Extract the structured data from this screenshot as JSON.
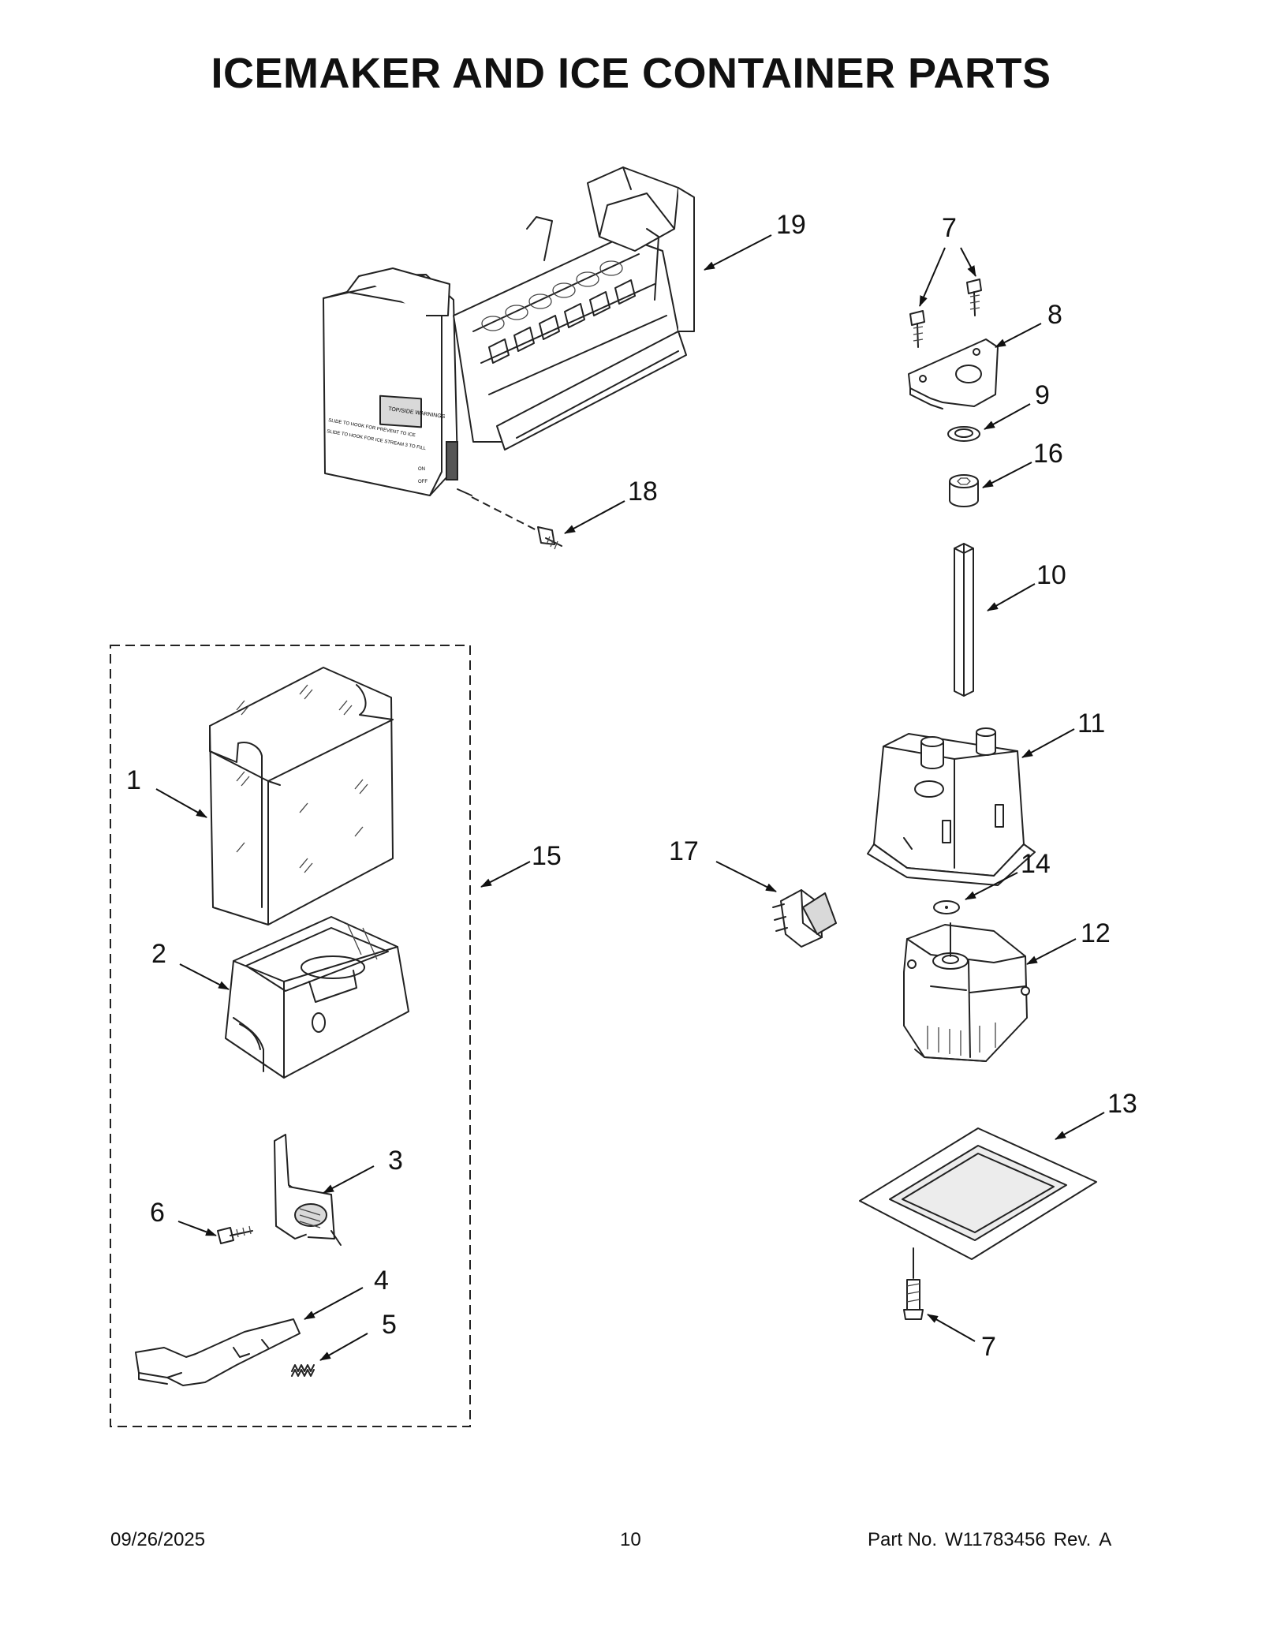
{
  "title": "ICEMAKER AND ICE CONTAINER PARTS",
  "callouts": [
    "19",
    "7",
    "8",
    "9",
    "16",
    "18",
    "10",
    "11",
    "1",
    "15",
    "17",
    "14",
    "2",
    "12",
    "13",
    "3",
    "6",
    "4",
    "5",
    "7"
  ],
  "printed_labels": {
    "icemaker_label_line1": "TOP/SIDE WARNINGS",
    "icemaker_label_line2": "SLIDE TO HOOK FOR PREVENT TO ICE",
    "icemaker_label_line3": "SLIDE TO HOOK FOR ICE STREAM 3 TO FILL",
    "icemaker_on": "ON",
    "icemaker_off": "OFF"
  },
  "footer": {
    "date": "09/26/2025",
    "page": "10",
    "part_label": "Part No.",
    "part_number": "W11783456",
    "rev_label": "Rev.",
    "rev": "A"
  }
}
